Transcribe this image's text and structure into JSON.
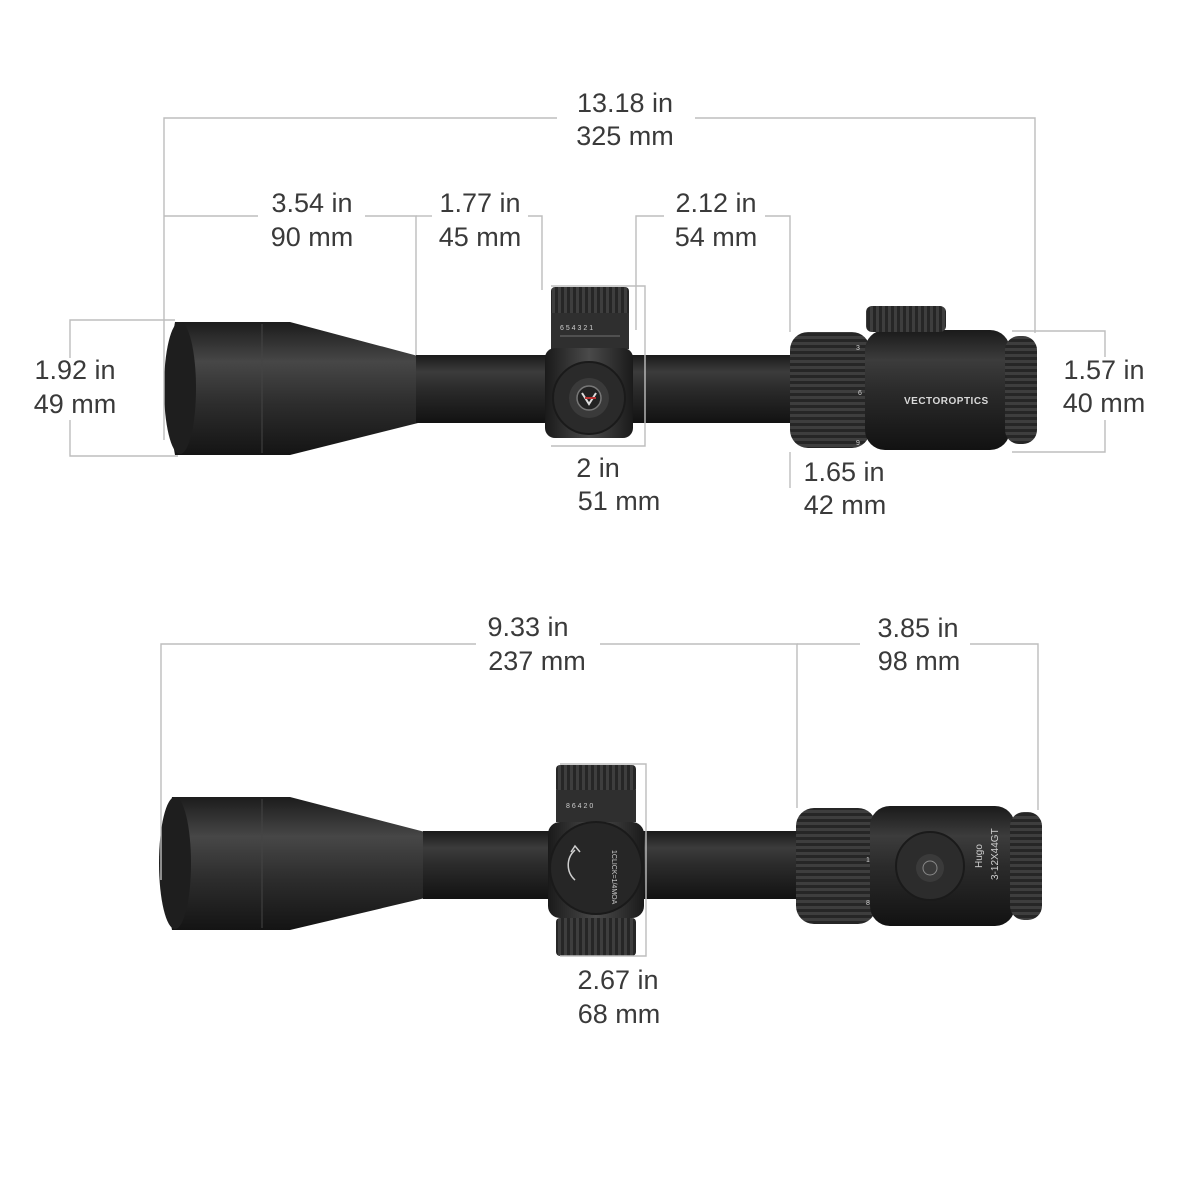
{
  "top_view": {
    "overall_length": {
      "in": "13.18 in",
      "mm": "325 mm"
    },
    "objective_bell_length": {
      "in": "3.54 in",
      "mm": "90 mm"
    },
    "tube_to_turret": {
      "in": "1.77 in",
      "mm": "45 mm"
    },
    "turret_to_eyepiece": {
      "in": "2.12 in",
      "mm": "54 mm"
    },
    "objective_diameter": {
      "in": "1.92 in",
      "mm": "49 mm"
    },
    "eyepiece_diameter": {
      "in": "1.57 in",
      "mm": "40 mm"
    },
    "turret_width": {
      "in": "2 in",
      "mm": "51 mm"
    },
    "ocular_diameter": {
      "in": "1.65 in",
      "mm": "42 mm"
    },
    "brand_text": "VECTOROPTICS"
  },
  "side_view": {
    "front_length": {
      "in": "9.33 in",
      "mm": "237 mm"
    },
    "eyepiece_length": {
      "in": "3.85 in",
      "mm": "98 mm"
    },
    "turret_height": {
      "in": "2.67 in",
      "mm": "68 mm"
    },
    "model_name": "Hugo",
    "model_spec": "3-12X44GT",
    "turret_label": "1CLICK=1/4MOA"
  },
  "colors": {
    "scope_body": "#2a2a2a",
    "dimension_line": "#bdbdbd",
    "dimension_text": "#3a3a3a"
  }
}
